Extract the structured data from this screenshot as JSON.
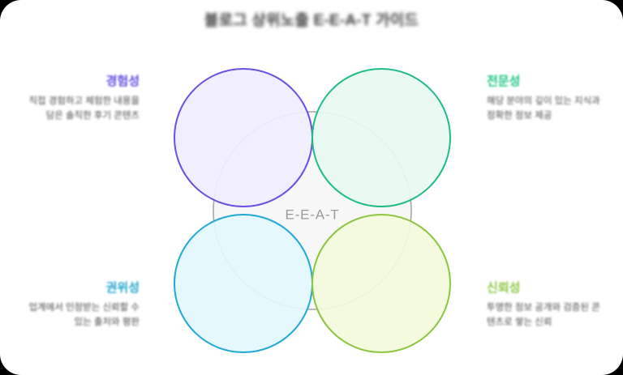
{
  "diagram": {
    "title": "블로그 상위노출 E-E-A-T 가이드",
    "center_label": "E-E-A-T",
    "type": "venn",
    "background": "#ffffff",
    "center_circle": {
      "fill": "#f7f7f7",
      "stroke": "#a8a8a8"
    },
    "quadrants": [
      {
        "key": "experience",
        "position": "top-left",
        "heading": "경험성",
        "heading_color": "#5b4ce0",
        "body": "직접 경험하고 체험한 내용을 담은 솔직한 후기 콘텐츠",
        "circle_fill": "#f0eeff",
        "circle_stroke": "#6c4ee0"
      },
      {
        "key": "expertise",
        "position": "top-right",
        "heading": "전문성",
        "heading_color": "#18c37d",
        "body": "해당 분야의 깊이 있는 지식과 정확한 정보 제공",
        "circle_fill": "#e8faf1",
        "circle_stroke": "#1fbd84"
      },
      {
        "key": "authoritativeness",
        "position": "bottom-left",
        "heading": "권위성",
        "heading_color": "#22a5cf",
        "body": "업계에서 인정받는 신뢰할 수 있는 출처와 평판",
        "circle_fill": "#e3f7fd",
        "circle_stroke": "#1fa8d8"
      },
      {
        "key": "trustworthiness",
        "position": "bottom-right",
        "heading": "신뢰성",
        "heading_color": "#8cc63f",
        "body": "투명한 정보 공개와 검증된 콘텐츠로 쌓는 신뢰",
        "circle_fill": "#f3fada",
        "circle_stroke": "#8cc63f"
      }
    ]
  }
}
